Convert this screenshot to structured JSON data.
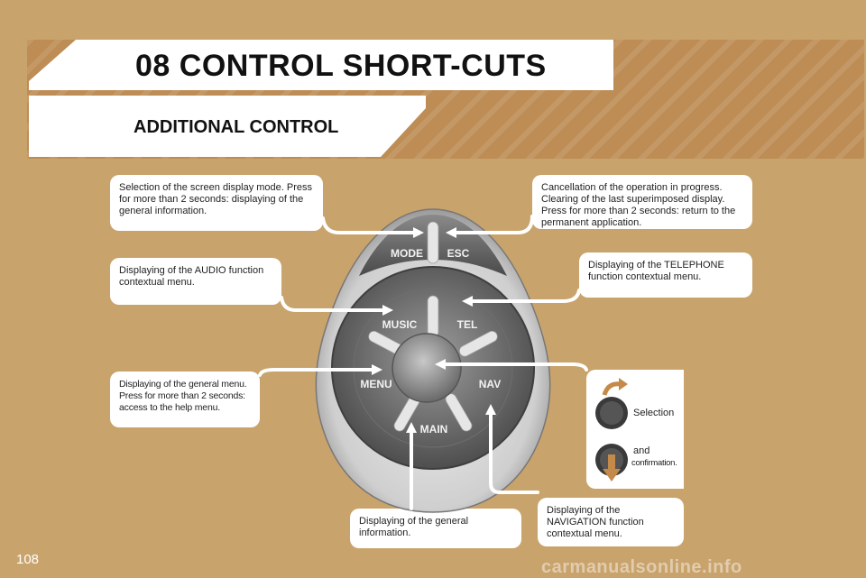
{
  "page": {
    "chapter_title": "08  CONTROL SHORT-CUTS",
    "section_title": "ADDITIONAL CONTROL",
    "page_number": "108",
    "watermark": "carmanualsonline.info"
  },
  "callouts": {
    "mode": "Selection of the screen display mode. Press for more than 2 seconds: displaying of the general information.",
    "esc": "Cancellation of the operation in progress. Clearing of the last superimposed display. Press for more than 2 seconds: return to the permanent application.",
    "music": "Displaying of the AUDIO function contextual menu.",
    "tel": "Displaying of the TELEPHONE function contextual menu.",
    "menu": "Displaying of the general menu. Press for more than 2 seconds: access to the help menu.",
    "main": "Displaying of the general information.",
    "nav": "Displaying of the NAVIGATION function contextual menu."
  },
  "knob_panel": {
    "selection_label": "Selection",
    "and_label": "and",
    "confirmation_label": "confirmation."
  },
  "controller": {
    "buttons": {
      "mode": "MODE",
      "esc": "ESC",
      "music": "MUSIC",
      "tel": "TEL",
      "menu": "MENU",
      "nav": "NAV",
      "main": "MAIN"
    }
  },
  "colors": {
    "background": "#c9a36c",
    "stripe_band": "#bd8d55",
    "panel": "#ffffff",
    "controller_dark": "#5b5b5b",
    "controller_light": "#d8d8d8"
  }
}
